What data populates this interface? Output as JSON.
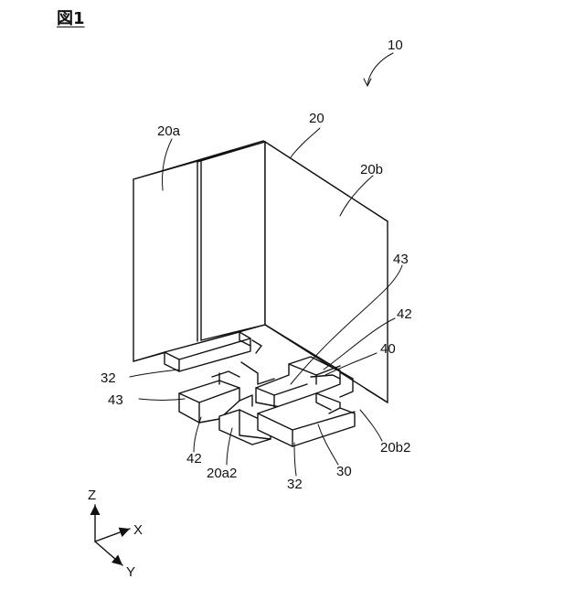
{
  "figure": {
    "title": "図1",
    "labels": {
      "device": "10",
      "body": "20",
      "face_a": "20a",
      "face_b": "20b",
      "face_a2": "20a2",
      "face_b2": "20b2",
      "rail_32_left": "32",
      "rail_32_bottom": "32",
      "part_30": "30",
      "part_40": "40",
      "part_42_right": "42",
      "part_42_left": "42",
      "part_43_right": "43",
      "part_43_left": "43"
    },
    "axes": {
      "z": "Z",
      "x": "X",
      "y": "Y"
    }
  }
}
